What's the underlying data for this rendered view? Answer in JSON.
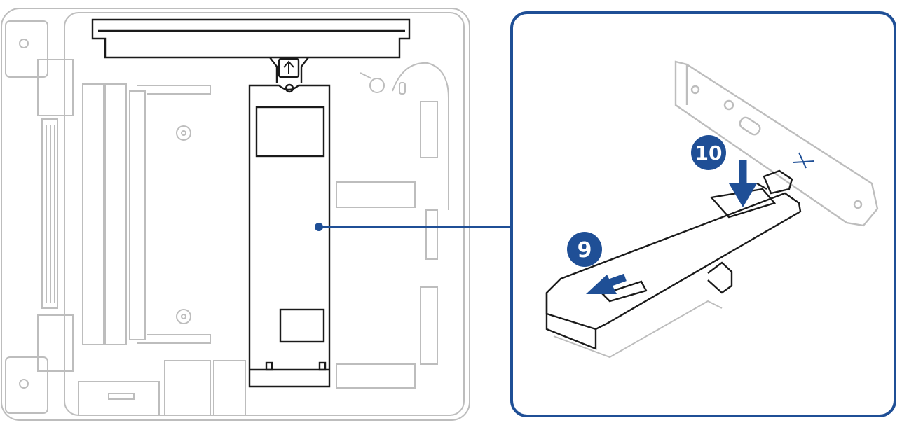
{
  "diagram": {
    "steps": [
      {
        "number": "9",
        "action": "slide-out"
      },
      {
        "number": "10",
        "action": "press-down"
      }
    ],
    "colors": {
      "callout_frame": "#1f4f96",
      "step_badge": "#1f4f96",
      "step_arrow": "#1f4f96",
      "leader_line": "#1f4f96",
      "component_outline": "#1a1a1a",
      "chassis_outline": "#bdbdbd",
      "background": "#ffffff"
    },
    "icons": [
      "up-arrow-icon",
      "down-arrow-icon",
      "left-arrow-icon"
    ]
  }
}
